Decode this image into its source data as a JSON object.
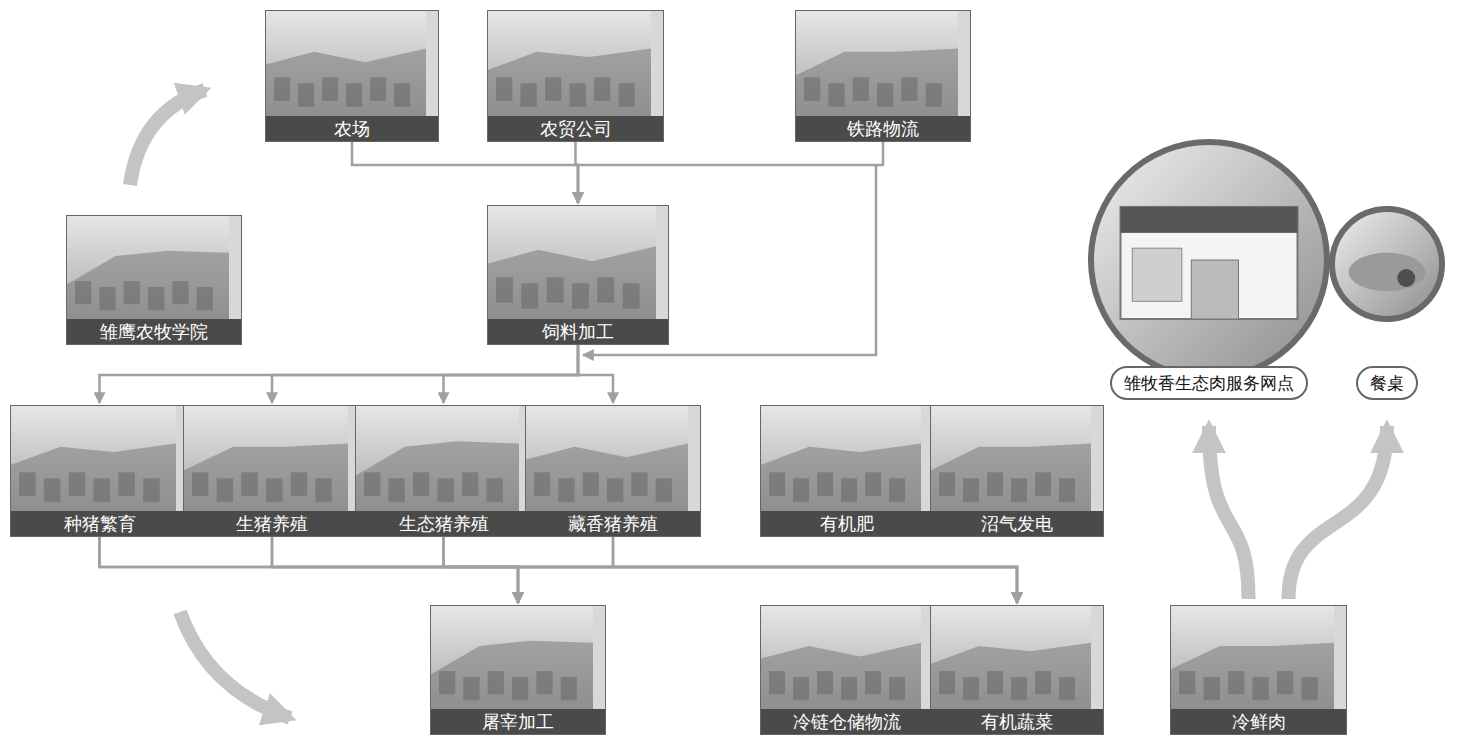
{
  "diagram": {
    "nodes": [
      {
        "text": [
          "农场"
        ]
      },
      {
        "text": [
          "农贸公司"
        ]
      },
      {
        "text": [
          "铁路物流"
        ]
      },
      {
        "text": [
          "雏鹰农牧学院"
        ]
      },
      {
        "text": [
          "饲料加工"
        ]
      },
      {
        "text": [
          "种猪繁育"
        ]
      },
      {
        "text": [
          "生猪养殖"
        ]
      },
      {
        "text": [
          "生态猪养殖"
        ]
      },
      {
        "text": [
          "藏香猪养殖"
        ]
      },
      {
        "text": [
          "有机肥"
        ]
      },
      {
        "text": [
          "沼气发电"
        ]
      },
      {
        "text": [
          "屠宰加工"
        ]
      },
      {
        "text": [
          "冷链仓储物流"
        ]
      },
      {
        "text": [
          "有机蔬菜"
        ]
      },
      {
        "text": [
          "冷鲜肉"
        ]
      },
      {
        "text": [
          "雏牧香生态肉服务网点"
        ]
      },
      {
        "text": [
          "餐桌"
        ]
      }
    ],
    "edges": [
      {
        "from": 0,
        "to": 4,
        "arrow": "to"
      },
      {
        "from": 1,
        "to": 4,
        "arrow": "to"
      },
      {
        "from": 2,
        "to": 4,
        "arrow": "to"
      },
      {
        "from": 4,
        "to": 5,
        "arrow": "to"
      },
      {
        "from": 4,
        "to": 6,
        "arrow": "to"
      },
      {
        "from": 4,
        "to": 7,
        "arrow": "to"
      },
      {
        "from": 4,
        "to": 8,
        "arrow": "to"
      },
      {
        "from": 5,
        "to": 11,
        "arrow": "to"
      },
      {
        "from": 6,
        "to": 11,
        "arrow": "to"
      },
      {
        "from": 7,
        "to": 11,
        "arrow": "to"
      },
      {
        "from": 8,
        "to": 11,
        "arrow": "to"
      },
      {
        "from": 5,
        "to": 13,
        "arrow": "to"
      },
      {
        "from": 6,
        "to": 13,
        "arrow": "to"
      },
      {
        "from": 7,
        "to": 13,
        "arrow": "to"
      },
      {
        "from": 8,
        "to": 13,
        "arrow": "to"
      },
      {
        "from": 14,
        "to": 15,
        "arrow": "to"
      },
      {
        "from": 14,
        "to": 16,
        "arrow": "to"
      }
    ]
  }
}
